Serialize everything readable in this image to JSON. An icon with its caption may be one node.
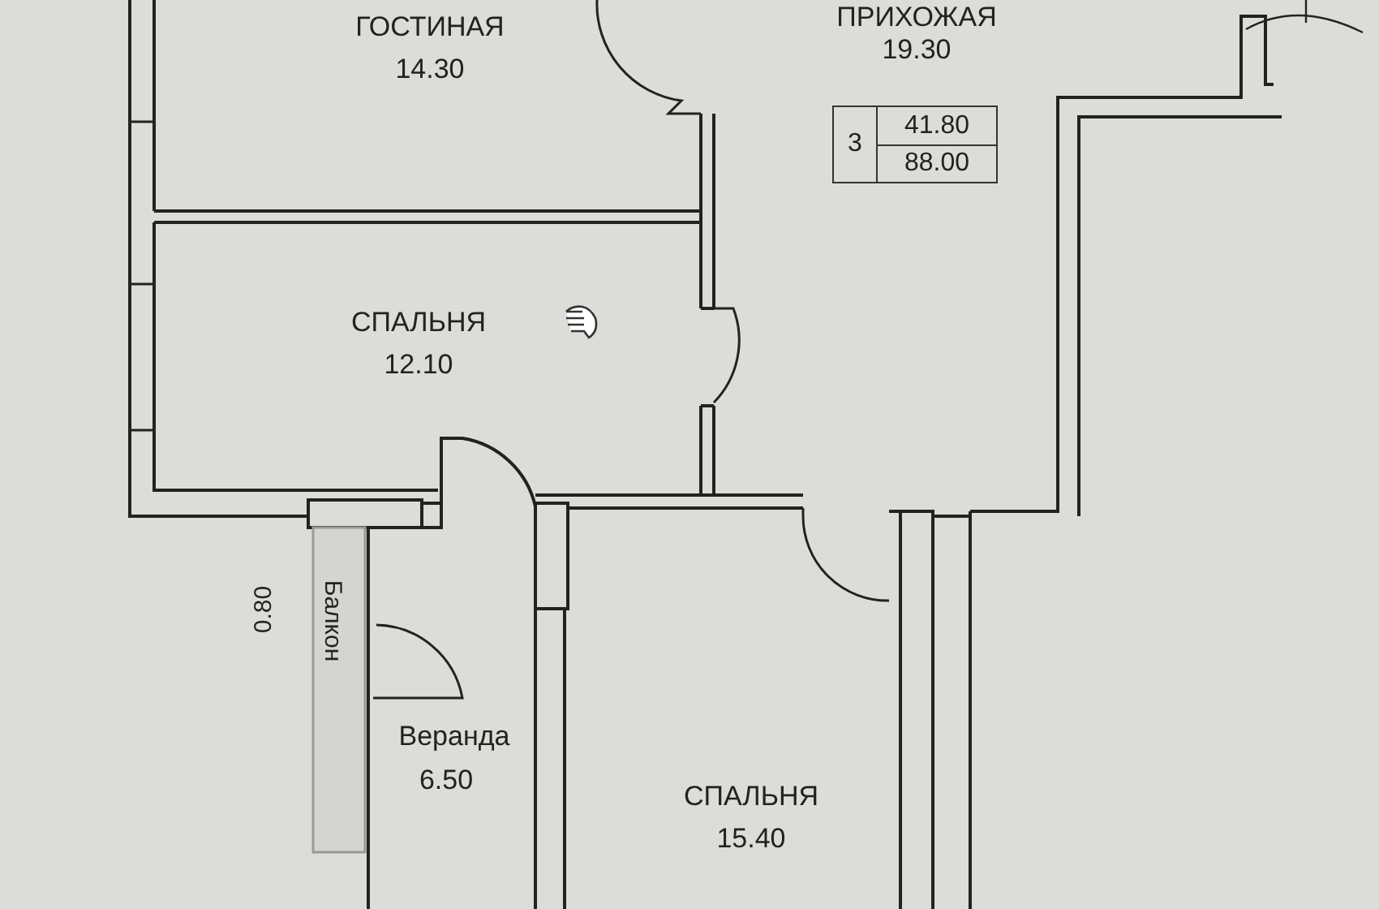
{
  "diagram": {
    "labels": [
      "ГОСТИНАЯ",
      "14.30",
      "ПРИХОЖАЯ",
      "19.30",
      "3",
      "41.80",
      "88.00",
      "СПАЛЬНЯ",
      "12.10",
      "Балкон",
      "0.80",
      "Веранда",
      "6.50",
      "СПАЛЬНЯ",
      "15.40"
    ]
  }
}
